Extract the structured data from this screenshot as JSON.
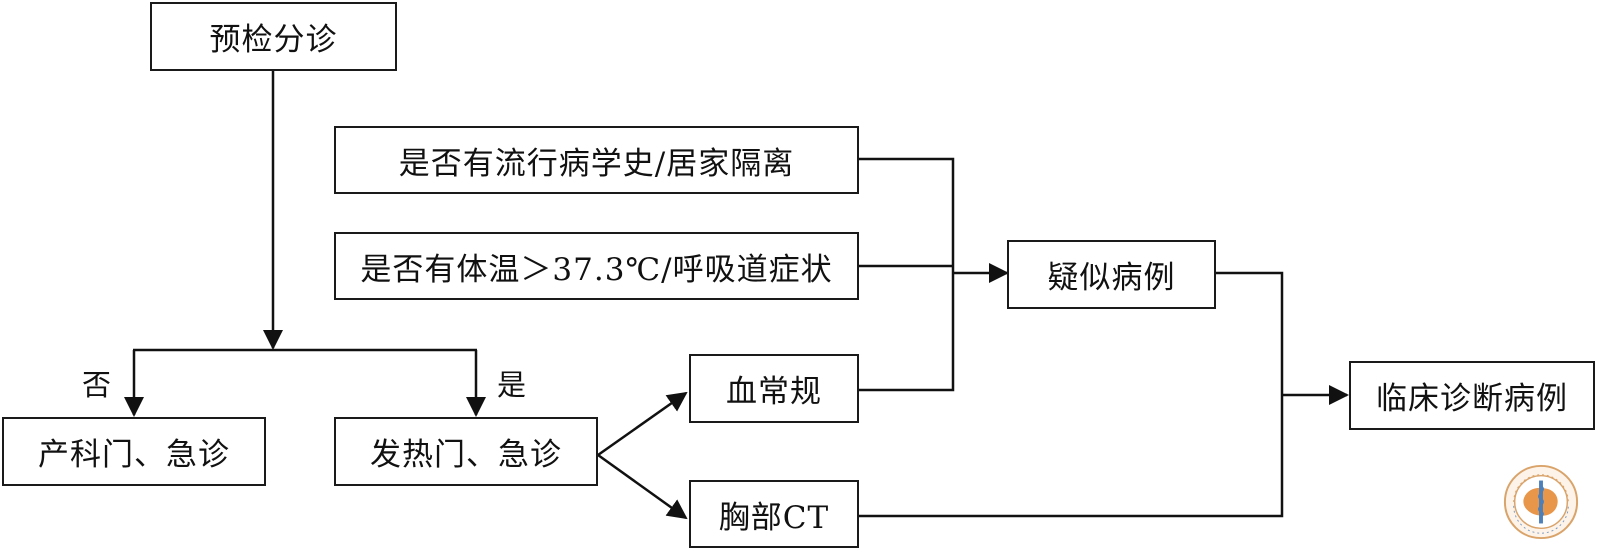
{
  "nodes": {
    "triage": "预检分诊",
    "history": "是否有流行病学史/居家隔离",
    "temperature": "是否有体温＞37.3℃/呼吸道症状",
    "suspected": "疑似病例",
    "obstetrics": "产科门、急诊",
    "fever": "发热门、急诊",
    "blood": "血常规",
    "chest_ct": "胸部CT",
    "clinical": "临床诊断病例"
  },
  "branch_labels": {
    "no": "否",
    "yes": "是"
  },
  "logo": {
    "icon": "chinese-medical-association-logo-icon",
    "color": "#e8964a"
  }
}
